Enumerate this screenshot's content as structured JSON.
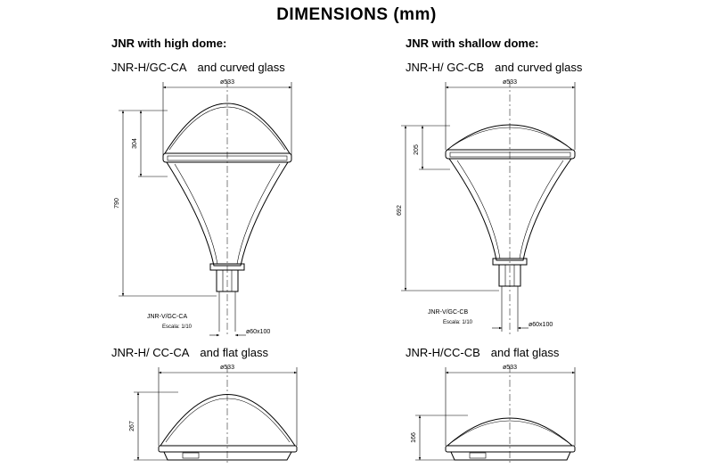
{
  "title": "DIMENSIONS (mm)",
  "left": {
    "heading": "JNR with high dome:",
    "top_model": {
      "code": "JNR-H/GC-CA",
      "desc": "and curved glass"
    },
    "top_dims": {
      "width": "ø533",
      "dome": "304",
      "height": "790",
      "post": "ø60x100"
    },
    "top_caption": {
      "ref": "JNR-V/GC-CA",
      "scale": "Escala: 1/10"
    },
    "bottom_model": {
      "code": "JNR-H/ CC-CA",
      "desc": "and flat glass"
    },
    "bottom_dims": {
      "width": "ø533",
      "height": "267"
    }
  },
  "right": {
    "heading": "JNR with shallow dome:",
    "top_model": {
      "code": "JNR-H/ GC-CB",
      "desc": "and curved glass"
    },
    "top_dims": {
      "width": "ø533",
      "dome": "205",
      "height": "692",
      "post": "ø60x100"
    },
    "top_caption": {
      "ref": "JNR-V/GC-CB",
      "scale": "Escala: 1/10"
    },
    "bottom_model": {
      "code": "JNR-H/CC-CB",
      "desc": "and flat glass"
    },
    "bottom_dims": {
      "width": "ø533",
      "height": "166"
    }
  }
}
